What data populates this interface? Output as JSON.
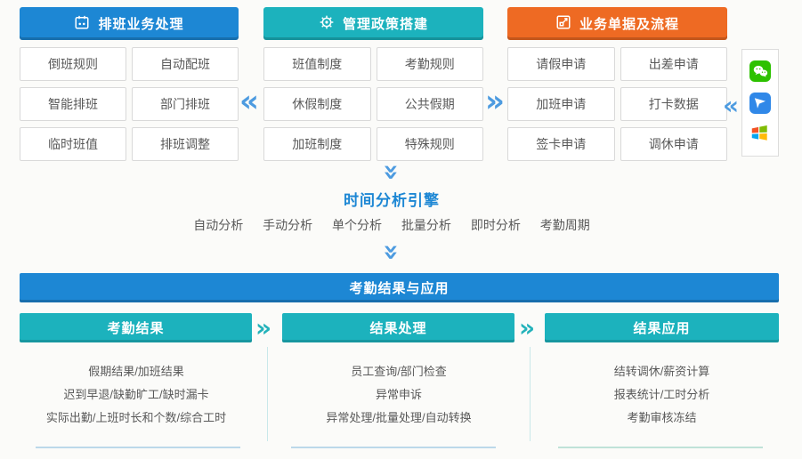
{
  "colors": {
    "blue": "#1d87d4",
    "teal": "#1cb2bd",
    "orange": "#ee6a23",
    "chevron_blue": "#4d9be0",
    "box_border": "#d9d9d9",
    "body_text": "#595959",
    "wechat_green": "#2dc100",
    "app_blue": "#3088e8"
  },
  "glyphs": {
    "left_chevron": "«",
    "right_chevron": "»"
  },
  "top_sections": [
    {
      "title": "排班业务处理",
      "icon": "calendar-icon",
      "items": [
        "倒班规则",
        "自动配班",
        "智能排班",
        "部门排班",
        "临时班值",
        "排班调整"
      ]
    },
    {
      "title": "管理政策搭建",
      "icon": "gear-icon",
      "items": [
        "班值制度",
        "考勤规则",
        "休假制度",
        "公共假期",
        "加班制度",
        "特殊规则"
      ]
    },
    {
      "title": "业务单据及流程",
      "icon": "form-flow-icon",
      "items": [
        "请假申请",
        "出差申请",
        "加班申请",
        "打卡数据",
        "签卡申请",
        "调休申请"
      ]
    }
  ],
  "channel_icons": [
    "wechat-icon",
    "paper-plane-app-icon",
    "windows-icon"
  ],
  "engine": {
    "title": "时间分析引擎",
    "modes": [
      "自动分析",
      "手动分析",
      "单个分析",
      "批量分析",
      "即时分析",
      "考勤周期"
    ]
  },
  "results": {
    "banner": "考勤结果与应用",
    "columns": [
      {
        "title": "考勤结果",
        "items": [
          "假期结果/加班结果",
          "迟到早退/缺勤旷工/缺时漏卡",
          "实际出勤/上班时长和个数/综合工时"
        ]
      },
      {
        "title": "结果处理",
        "items": [
          "员工查询/部门检查",
          "异常申诉",
          "异常处理/批量处理/自动转换"
        ]
      },
      {
        "title": "结果应用",
        "items": [
          "结转调休/薪资计算",
          "报表统计/工时分析",
          "考勤审核冻结"
        ]
      }
    ]
  }
}
